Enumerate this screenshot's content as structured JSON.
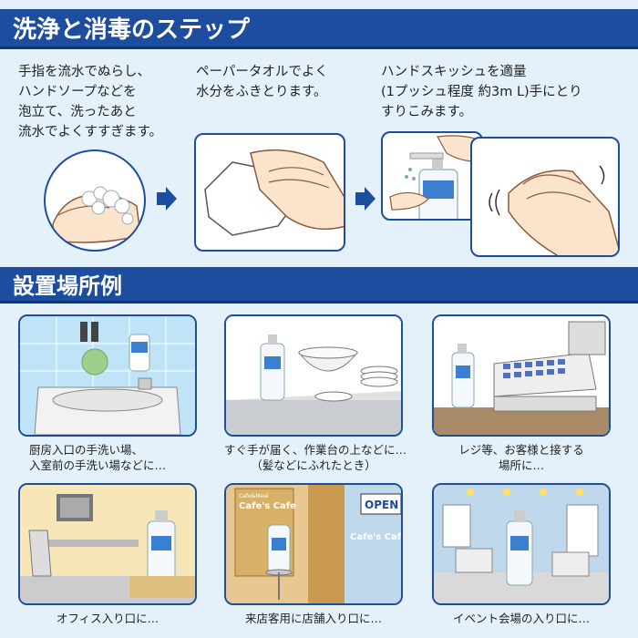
{
  "section1": {
    "title": "洗浄と消毒のステップ"
  },
  "steps": [
    {
      "lines": [
        "手指を流水でぬらし、",
        "ハンドソープなどを",
        "泡立て、洗ったあと",
        "流水でよくすすぎます。"
      ]
    },
    {
      "lines": [
        "ペーパータオルでよく",
        "水分をふきとります。"
      ]
    },
    {
      "lines": [
        "ハンドスキッシュを適量",
        "(1プッシュ程度 約3m L)手にとり",
        "すりこみます。"
      ]
    }
  ],
  "section2": {
    "title": "設置場所例"
  },
  "examples": [
    {
      "lines": [
        "厨房入口の手洗い場、",
        "入室前の手洗い場などに…"
      ]
    },
    {
      "lines": [
        "すぐ手が届く、作業台の上などに…",
        "（髪などにふれたとき）"
      ]
    },
    {
      "lines": [
        "レジ等、お客様と接する",
        "場所に…"
      ]
    },
    {
      "lines": [
        "オフィス入り口に…"
      ]
    },
    {
      "lines": [
        "来店客用に店舗入り口に…"
      ]
    },
    {
      "lines": [
        "イベント会場の入り口に…"
      ]
    }
  ],
  "signage": {
    "cafe_sign": "Cafe's Cafe",
    "cafe_sign_small": "Cafe&Meal",
    "open_sign": "OPEN"
  },
  "colors": {
    "banner": "#1c4d9e",
    "background": "#e4f1fb",
    "border": "#1c4d9e",
    "skin": "#fbe3cc"
  }
}
